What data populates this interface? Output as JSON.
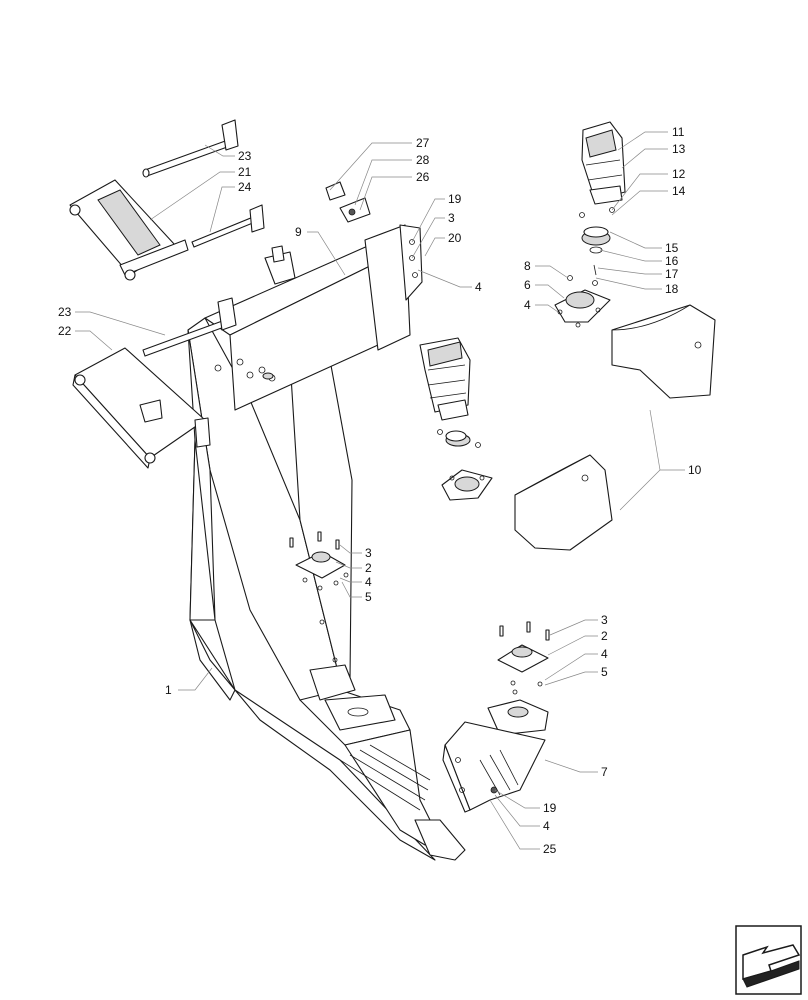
{
  "diagram": {
    "callouts": [
      "1",
      "2",
      "3",
      "4",
      "5",
      "6",
      "7",
      "8",
      "9",
      "10",
      "11",
      "12",
      "13",
      "14",
      "15",
      "16",
      "17",
      "18",
      "19",
      "20",
      "21",
      "22",
      "23",
      "24",
      "25",
      "26",
      "27",
      "28"
    ]
  },
  "labels": {
    "l27": "27",
    "l28": "28",
    "l26": "26",
    "l23a": "23",
    "l21": "21",
    "l24": "24",
    "l19a": "19",
    "l3a": "3",
    "l20": "20",
    "l4a": "4",
    "l9": "9",
    "l11": "11",
    "l13": "13",
    "l12": "12",
    "l14": "14",
    "l15": "15",
    "l16": "16",
    "l17": "17",
    "l18": "18",
    "l8": "8",
    "l6": "6",
    "l4b": "4",
    "l23b": "23",
    "l22": "22",
    "l10": "10",
    "l3b": "3",
    "l2a": "2",
    "l4c": "4",
    "l5a": "5",
    "l1": "1",
    "l3c": "3",
    "l2b": "2",
    "l4d": "4",
    "l5b": "5",
    "l7": "7",
    "l19b": "19",
    "l4e": "4",
    "l25": "25"
  },
  "nav_icon": "next-page-arrow-icon"
}
